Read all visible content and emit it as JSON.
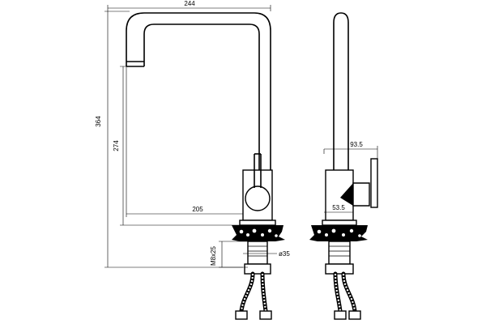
{
  "dimensions": {
    "width_top": "244",
    "height_total": "364",
    "height_spout": "274",
    "reach": "205",
    "thread": "M8x25",
    "diameter": "ø35",
    "side_offset": "93.5",
    "base_width": "53.5"
  },
  "colors": {
    "line": "#000000",
    "background": "#ffffff"
  }
}
